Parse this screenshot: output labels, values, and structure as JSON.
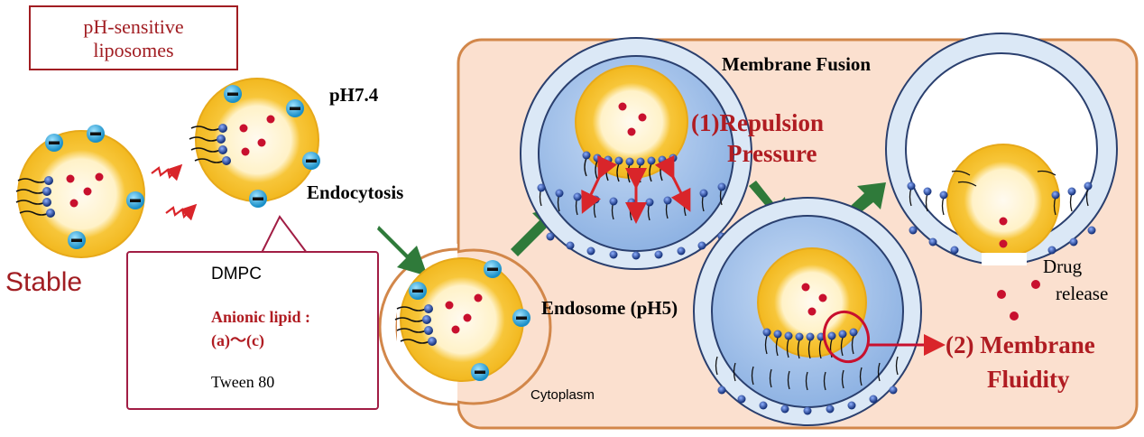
{
  "title_box": {
    "line1": "pH-sensitive",
    "line2": "liposomes"
  },
  "labels": {
    "ph74": "pH7.4",
    "stable": "Stable",
    "endocytosis": "Endocytosis",
    "endosome": "Endosome (pH5)",
    "cytoplasm": "Cytoplasm",
    "membrane_fusion": "Membrane Fusion",
    "repulsion_line1": "(1)Repulsion",
    "repulsion_line2": "Pressure",
    "fluidity_line1": "(2) Membrane",
    "fluidity_line2": "Fluidity",
    "drug_line1": "Drug",
    "drug_line2": "release"
  },
  "legend": {
    "dmpc": "DMPC",
    "anionic_line1": "Anionic lipid :",
    "anionic_line2": "(a)～(c)",
    "tween": "Tween 80"
  },
  "colors": {
    "accent_red": "#b01c22",
    "cell_fill": "#fbe0cf",
    "cell_border": "#d2874a",
    "liposome_shell": "#f5c22c",
    "liposome_core": "#fff6d8",
    "endosome_outer": "#cfe0f2",
    "endosome_inner": "#a9c6ea",
    "arrow_green": "#2f7a3a",
    "lipid_head": "#1c3f86",
    "charge_bead": "#2aa6dc"
  }
}
